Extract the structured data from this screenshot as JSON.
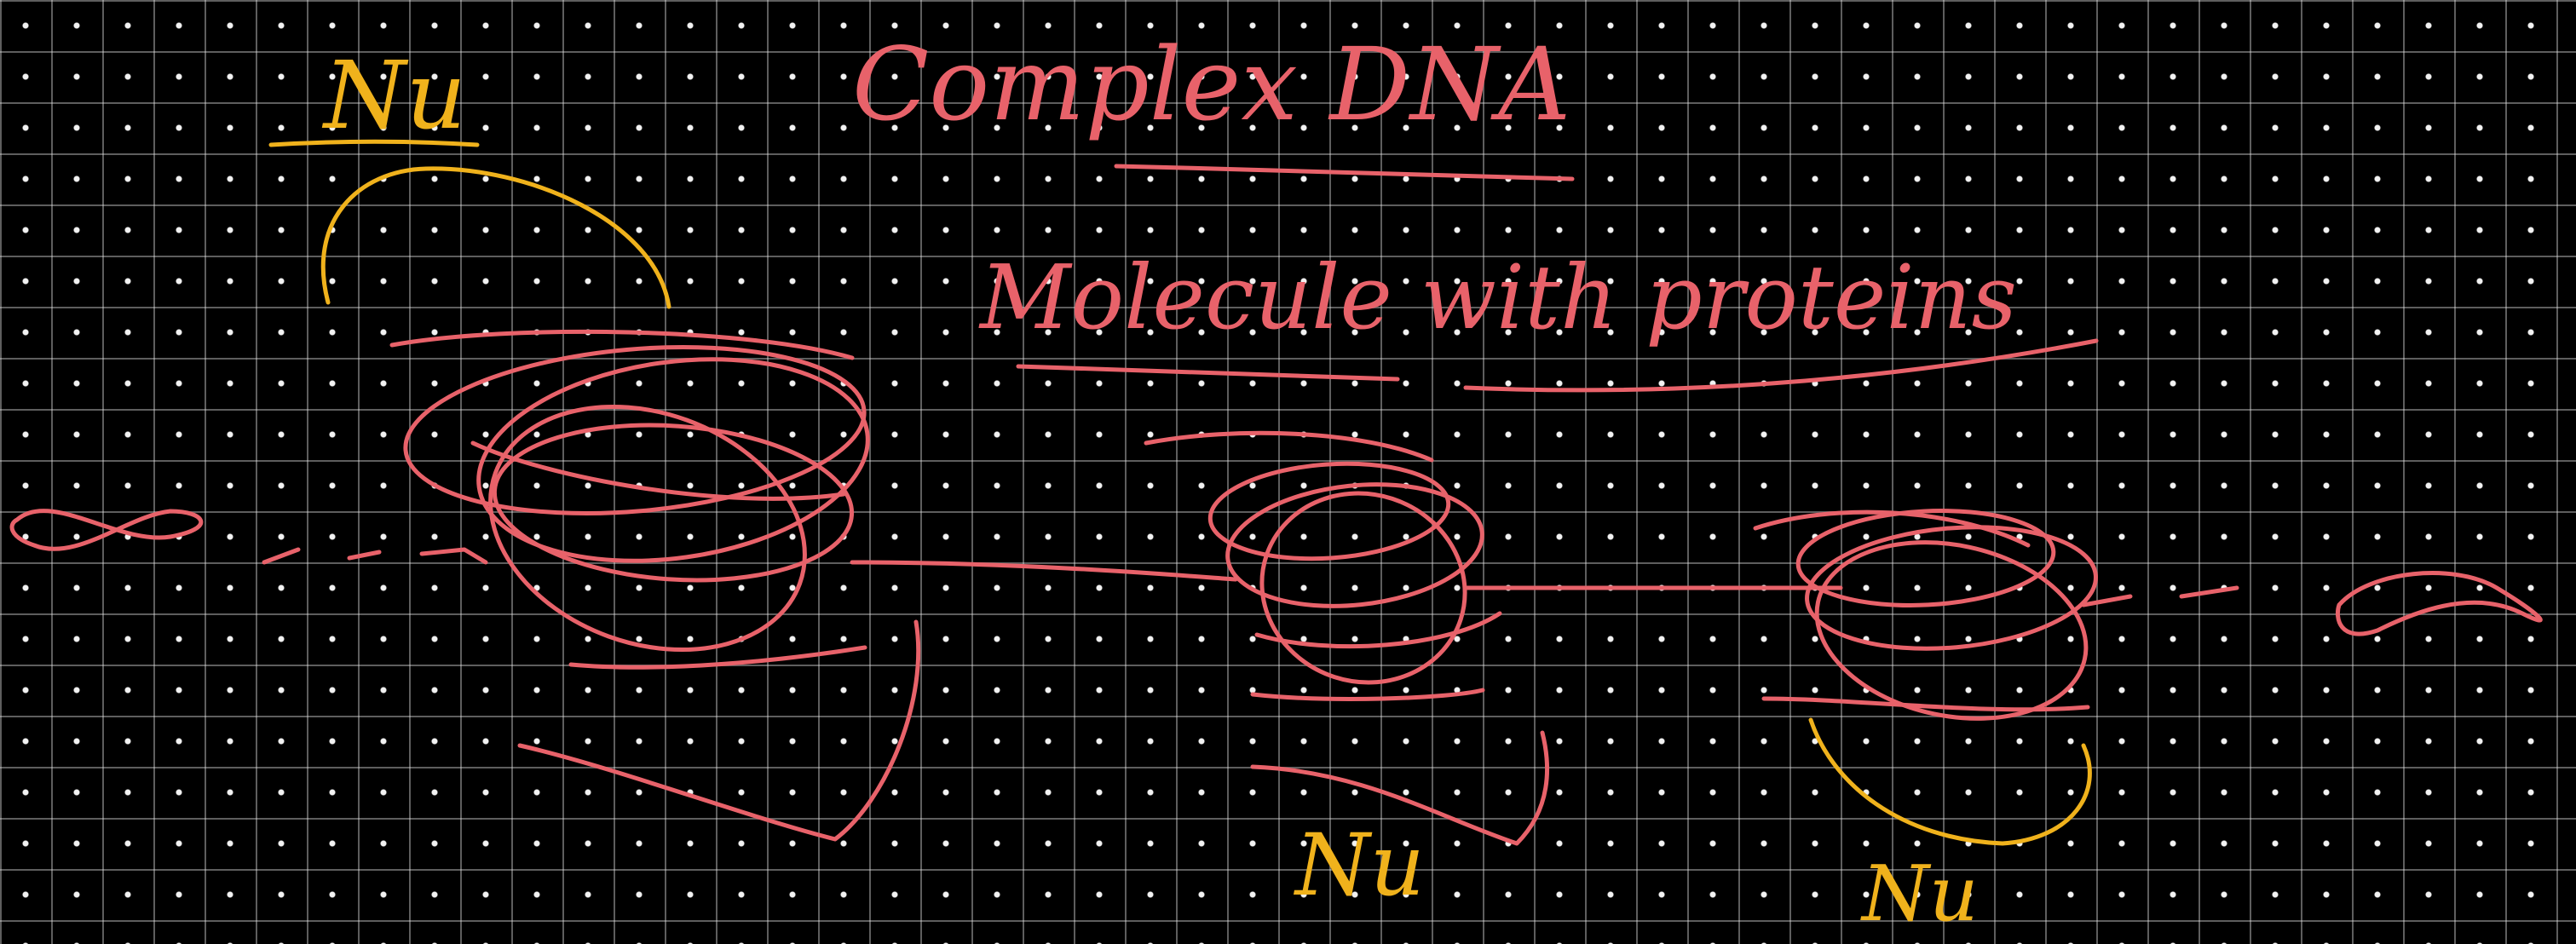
{
  "title_line1": "Complex DNA",
  "title_line2": "Molecule with proteins",
  "labels": {
    "nucleosome_1": "Nu",
    "nucleosome_2": "Nu",
    "nucleosome_3": "Nu"
  },
  "colors": {
    "background": "#000000",
    "grid": "#e1e1e1",
    "ink_primary": "#e8626a",
    "ink_accent": "#f0b21c"
  }
}
